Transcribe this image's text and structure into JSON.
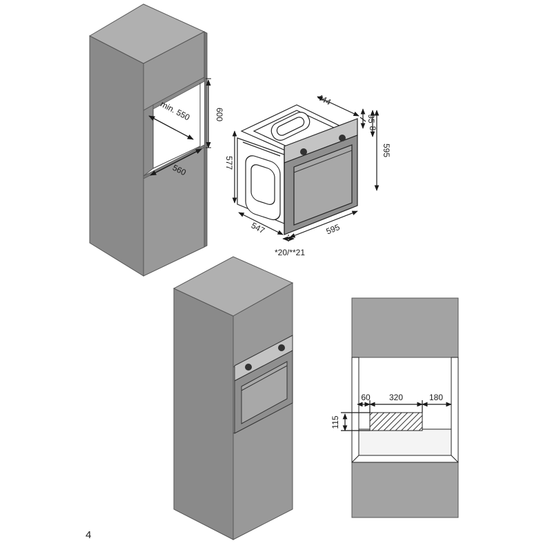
{
  "page_number": "4",
  "cabinet_dimensions": {
    "min_depth": "min. 550",
    "width": "560",
    "niche_height": "600"
  },
  "oven_dimensions": {
    "depth_top": "444",
    "top_offset": "95",
    "control_offset": "8",
    "front_height": "595",
    "body_height": "577",
    "body_depth": "547",
    "front_width": "595",
    "door_thickness": "*20/**21"
  },
  "vent_dimensions": {
    "left_gap": "60",
    "opening_width": "320",
    "right_gap": "180",
    "opening_height": "115"
  },
  "colors": {
    "cabinet_fill": "#999999",
    "cabinet_top": "#b3b3b3",
    "cabinet_dark": "#7f7f7f",
    "line": "#222222",
    "oven_frame": "#8f8f8f",
    "oven_window": "#a8a8a8"
  }
}
